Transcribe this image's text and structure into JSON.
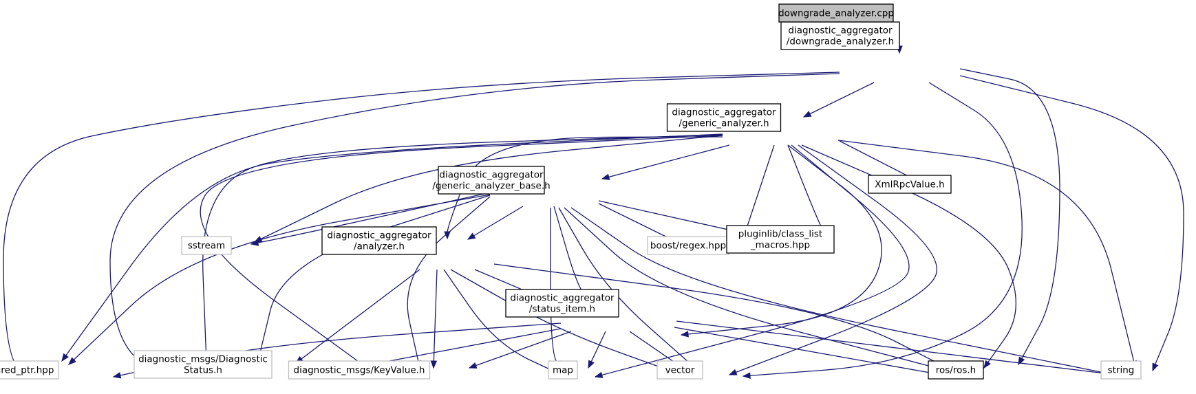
{
  "nodes": {
    "root": {
      "lines": [
        "downgrade_analyzer.cpp"
      ]
    },
    "dah": {
      "lines": [
        "diagnostic_aggregator",
        "/downgrade_analyzer.h"
      ]
    },
    "gah": {
      "lines": [
        "diagnostic_aggregator",
        "/generic_analyzer.h"
      ]
    },
    "gabh": {
      "lines": [
        "diagnostic_aggregator",
        "/generic_analyzer_base.h"
      ]
    },
    "xml": {
      "lines": [
        "XmlRpcValue.h"
      ]
    },
    "sstream": {
      "lines": [
        "sstream"
      ]
    },
    "regex": {
      "lines": [
        "boost/regex.hpp"
      ]
    },
    "plugin": {
      "lines": [
        "pluginlib/class_list",
        "_macros.hpp"
      ]
    },
    "ah": {
      "lines": [
        "diagnostic_aggregator",
        "/analyzer.h"
      ]
    },
    "sih": {
      "lines": [
        "diagnostic_aggregator",
        "/status_item.h"
      ]
    },
    "shared": {
      "lines": [
        "boost/shared_ptr.hpp"
      ]
    },
    "diagstat": {
      "lines": [
        "diagnostic_msgs/Diagnostic",
        "Status.h"
      ]
    },
    "keyvalue": {
      "lines": [
        "diagnostic_msgs/KeyValue.h"
      ]
    },
    "map": {
      "lines": [
        "map"
      ]
    },
    "vector": {
      "lines": [
        "vector"
      ]
    },
    "ros": {
      "lines": [
        "ros/ros.h"
      ]
    },
    "string": {
      "lines": [
        "string"
      ]
    }
  },
  "colors": {
    "edge": "#191970",
    "root_fill": "#bfbfbf",
    "documented_border": "#000000",
    "external_border": "#bfbfbf",
    "external_text": "#000000"
  }
}
